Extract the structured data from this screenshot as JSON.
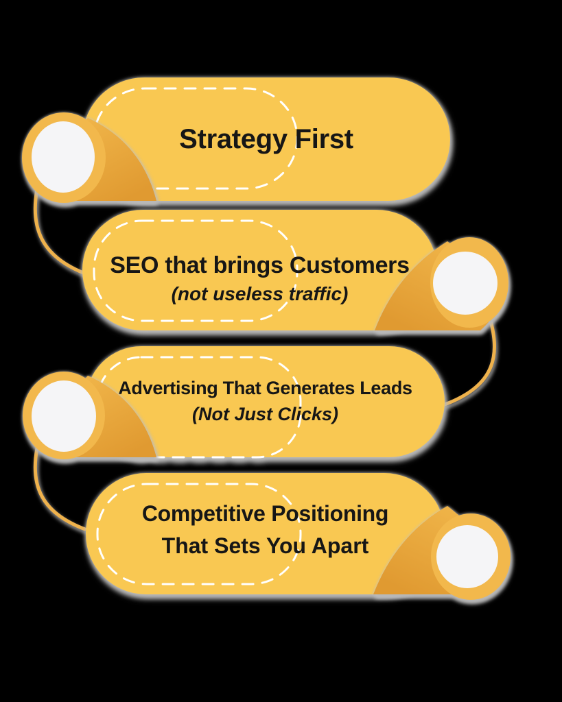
{
  "title": "Marketing benefits infographic",
  "colors": {
    "background": "#000000",
    "pill_fill": "#F9C852",
    "node_fill": "#F2B84C",
    "fold_dark": "#E09A31",
    "circle_fill": "#F5F5F7",
    "dash": "#FFFFFF",
    "text": "#161616",
    "connector": "#EFB24C",
    "shadow": "#B7B7B7"
  },
  "items": [
    {
      "line1": "Strategy First",
      "line2": ""
    },
    {
      "line1": "SEO that brings Customers",
      "line2": "(not useless traffic)"
    },
    {
      "line1": "Advertising That Generates Leads",
      "line2": "(Not Just Clicks)"
    },
    {
      "line1": "Competitive Positioning",
      "line2": "That Sets You Apart"
    }
  ]
}
